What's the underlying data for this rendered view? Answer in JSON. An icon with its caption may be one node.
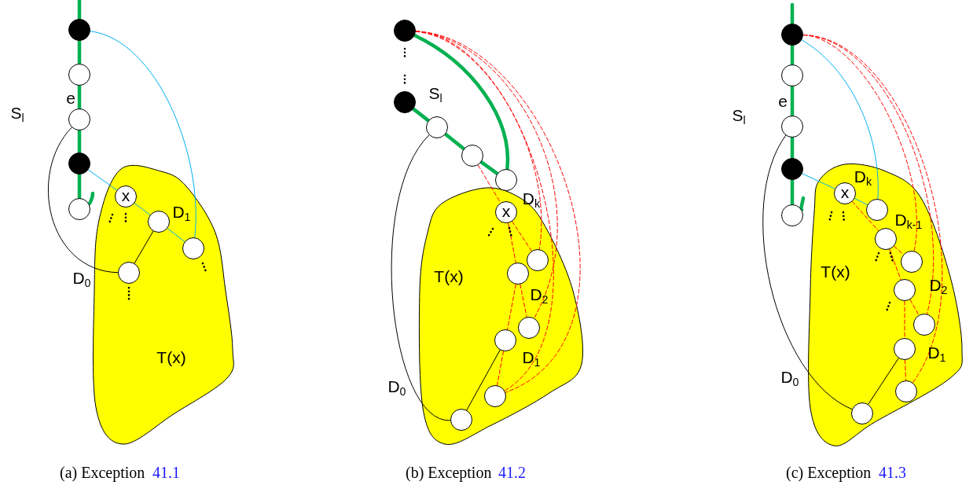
{
  "diagram": {
    "nodes": [
      {
        "text": [
          "T(x)"
        ]
      },
      {
        "text": [],
        "shape": "circle"
      },
      {
        "text": [],
        "shape": "circle"
      },
      {
        "text": [],
        "shape": "circle"
      },
      {
        "text": [],
        "shape": "circle"
      },
      {
        "text": [],
        "shape": "circle"
      },
      {
        "text": [
          "x"
        ],
        "in": 0
      },
      {
        "text": [],
        "shape": "circle",
        "in": 0
      },
      {
        "text": [],
        "shape": "circle",
        "in": 0
      },
      {
        "text": [],
        "shape": "circle",
        "in": 0
      },
      {
        "text": [
          "T(x)"
        ]
      },
      {
        "text": [],
        "shape": "circle"
      },
      {
        "text": [],
        "shape": "circle"
      },
      {
        "text": [],
        "shape": "circle"
      },
      {
        "text": [],
        "shape": "circle"
      },
      {
        "text": [],
        "shape": "circle"
      },
      {
        "text": [
          "x"
        ],
        "in": 10
      },
      {
        "text": [],
        "shape": "circle",
        "in": 10
      },
      {
        "text": [],
        "shape": "circle",
        "in": 10
      },
      {
        "text": [],
        "shape": "circle",
        "in": 10
      },
      {
        "text": [],
        "shape": "circle",
        "in": 10
      },
      {
        "text": [],
        "shape": "circle",
        "in": 10
      },
      {
        "text": [],
        "shape": "circle",
        "in": 10
      },
      {
        "text": [
          "T(x)"
        ]
      },
      {
        "text": [],
        "shape": "circle"
      },
      {
        "text": [],
        "shape": "circle"
      },
      {
        "text": [],
        "shape": "circle"
      },
      {
        "text": [],
        "shape": "circle"
      },
      {
        "text": [],
        "shape": "circle"
      },
      {
        "text": [
          "x"
        ],
        "in": 23
      },
      {
        "text": [],
        "shape": "circle",
        "in": 23
      },
      {
        "text": [],
        "shape": "circle",
        "in": 23
      },
      {
        "text": [],
        "shape": "circle",
        "in": 23
      },
      {
        "text": [],
        "shape": "circle",
        "in": 23
      },
      {
        "text": [],
        "shape": "circle",
        "in": 23
      },
      {
        "text": [],
        "shape": "circle",
        "in": 23
      },
      {
        "text": [],
        "shape": "circle",
        "in": 23
      },
      {
        "text": [],
        "shape": "circle",
        "in": 23
      }
    ],
    "edges": [
      {
        "from": null,
        "to": 1,
        "arrow": "none",
        "style": "thick",
        "color": "#00b050"
      },
      {
        "from": 1,
        "to": 2,
        "arrow": "none",
        "style": "thick",
        "color": "#00b050"
      },
      {
        "from": 2,
        "to": 3,
        "arrow": "none",
        "style": "thick",
        "color": "#00b050",
        "label": "e"
      },
      {
        "from": 3,
        "to": 4,
        "arrow": "none",
        "style": "thick",
        "color": "#00b050"
      },
      {
        "from": 4,
        "to": 5,
        "arrow": "none",
        "style": "thick",
        "color": "#00b050"
      },
      {
        "from": 5,
        "to": null,
        "arrow": "none",
        "style": "thick",
        "color": "#00b050"
      },
      {
        "from": 1,
        "to": 8,
        "arrow": "none",
        "color": "#00b0f0"
      },
      {
        "from": 4,
        "to": 6,
        "arrow": "none",
        "color": "#00b0f0"
      },
      {
        "from": 6,
        "to": 7,
        "arrow": "none",
        "color": "#00b0f0"
      },
      {
        "from": 7,
        "to": 8,
        "arrow": "none",
        "color": "#00b0f0"
      },
      {
        "from": 3,
        "to": 9,
        "arrow": "none",
        "color": "#000000"
      },
      {
        "from": 7,
        "to": 9,
        "arrow": "none",
        "color": "#000000"
      },
      {
        "from": 12,
        "to": 13,
        "arrow": "none",
        "style": "thick",
        "color": "#00b050"
      },
      {
        "from": 13,
        "to": 14,
        "arrow": "none",
        "style": "thick",
        "color": "#00b050"
      },
      {
        "from": 14,
        "to": 15,
        "arrow": "none",
        "style": "thick",
        "color": "#00b050"
      },
      {
        "from": 11,
        "to": 15,
        "arrow": "none",
        "style": "thick",
        "color": "#00b050"
      },
      {
        "from": 11,
        "to": 17,
        "arrow": "none",
        "style": "dashed",
        "color": "#ff0000"
      },
      {
        "from": 11,
        "to": 19,
        "arrow": "none",
        "style": "dashed",
        "color": "#ff0000"
      },
      {
        "from": 11,
        "to": 21,
        "arrow": "none",
        "style": "dashed",
        "color": "#ff0000"
      },
      {
        "from": 11,
        "to": 21,
        "arrow": "none",
        "style": "dashed",
        "color": "#ff0000"
      },
      {
        "from": 14,
        "to": 16,
        "arrow": "none",
        "style": "dashed",
        "color": "#ff0000"
      },
      {
        "from": 16,
        "to": 17,
        "arrow": "none",
        "style": "dashed",
        "color": "#ff0000"
      },
      {
        "from": 16,
        "to": 18,
        "arrow": "none",
        "style": "dashed",
        "color": "#ff0000"
      },
      {
        "from": 18,
        "to": 19,
        "arrow": "none",
        "style": "dashed",
        "color": "#ff0000"
      },
      {
        "from": 18,
        "to": 20,
        "arrow": "none",
        "style": "dashed",
        "color": "#ff0000"
      },
      {
        "from": 20,
        "to": 21,
        "arrow": "none",
        "style": "dashed",
        "color": "#ff0000"
      },
      {
        "from": 13,
        "to": 22,
        "arrow": "none",
        "color": "#000000"
      },
      {
        "from": 20,
        "to": 22,
        "arrow": "none",
        "color": "#000000"
      },
      {
        "from": null,
        "to": 24,
        "arrow": "none",
        "style": "thick",
        "color": "#00b050"
      },
      {
        "from": 24,
        "to": 25,
        "arrow": "none",
        "style": "thick",
        "color": "#00b050"
      },
      {
        "from": 25,
        "to": 26,
        "arrow": "none",
        "style": "thick",
        "color": "#00b050",
        "label": "e"
      },
      {
        "from": 26,
        "to": 27,
        "arrow": "none",
        "style": "thick",
        "color": "#00b050"
      },
      {
        "from": 27,
        "to": 28,
        "arrow": "none",
        "style": "thick",
        "color": "#00b050"
      },
      {
        "from": 28,
        "to": null,
        "arrow": "none",
        "style": "thick",
        "color": "#00b050"
      },
      {
        "from": 24,
        "to": 30,
        "arrow": "none",
        "color": "#00b0f0"
      },
      {
        "from": 27,
        "to": 29,
        "arrow": "none",
        "color": "#00b0f0"
      },
      {
        "from": 29,
        "to": 30,
        "arrow": "none",
        "color": "#00b0f0"
      },
      {
        "from": 24,
        "to": 32,
        "arrow": "none",
        "style": "dashed",
        "color": "#ff0000"
      },
      {
        "from": 24,
        "to": 34,
        "arrow": "none",
        "style": "dashed",
        "color": "#ff0000"
      },
      {
        "from": 24,
        "to": 36,
        "arrow": "none",
        "style": "dashed",
        "color": "#ff0000"
      },
      {
        "from": 29,
        "to": 31,
        "arrow": "none",
        "style": "dashed",
        "color": "#ff0000"
      },
      {
        "from": 31,
        "to": 32,
        "arrow": "none",
        "style": "dashed",
        "color": "#ff0000"
      },
      {
        "from": 31,
        "to": 33,
        "arrow": "none",
        "style": "dashed",
        "color": "#ff0000"
      },
      {
        "from": 33,
        "to": 34,
        "arrow": "none",
        "style": "dashed",
        "color": "#ff0000"
      },
      {
        "from": 33,
        "to": 35,
        "arrow": "none",
        "style": "dashed",
        "color": "#ff0000"
      },
      {
        "from": 35,
        "to": 36,
        "arrow": "none",
        "style": "dashed",
        "color": "#ff0000"
      },
      {
        "from": 26,
        "to": 37,
        "arrow": "none",
        "color": "#000000"
      },
      {
        "from": 35,
        "to": 37,
        "arrow": "none",
        "color": "#000000"
      }
    ],
    "labels": [
      "S$_{l}$",
      "D$_{1}$",
      "D$_{0}$",
      "S$_{l}$",
      "D$_{k}$",
      "D$_{2}$",
      "D$_{1}$",
      "D$_{0}$",
      "S$_{l}$",
      "D$_{k}$",
      "D$_{k-1}$",
      "D$_{2}$",
      "D$_{1}$",
      "D$_{0}$",
      "(a) Exception",
      "41.1",
      "(b) Exception",
      "41.2",
      "(c) Exception",
      "41.3"
    ]
  }
}
